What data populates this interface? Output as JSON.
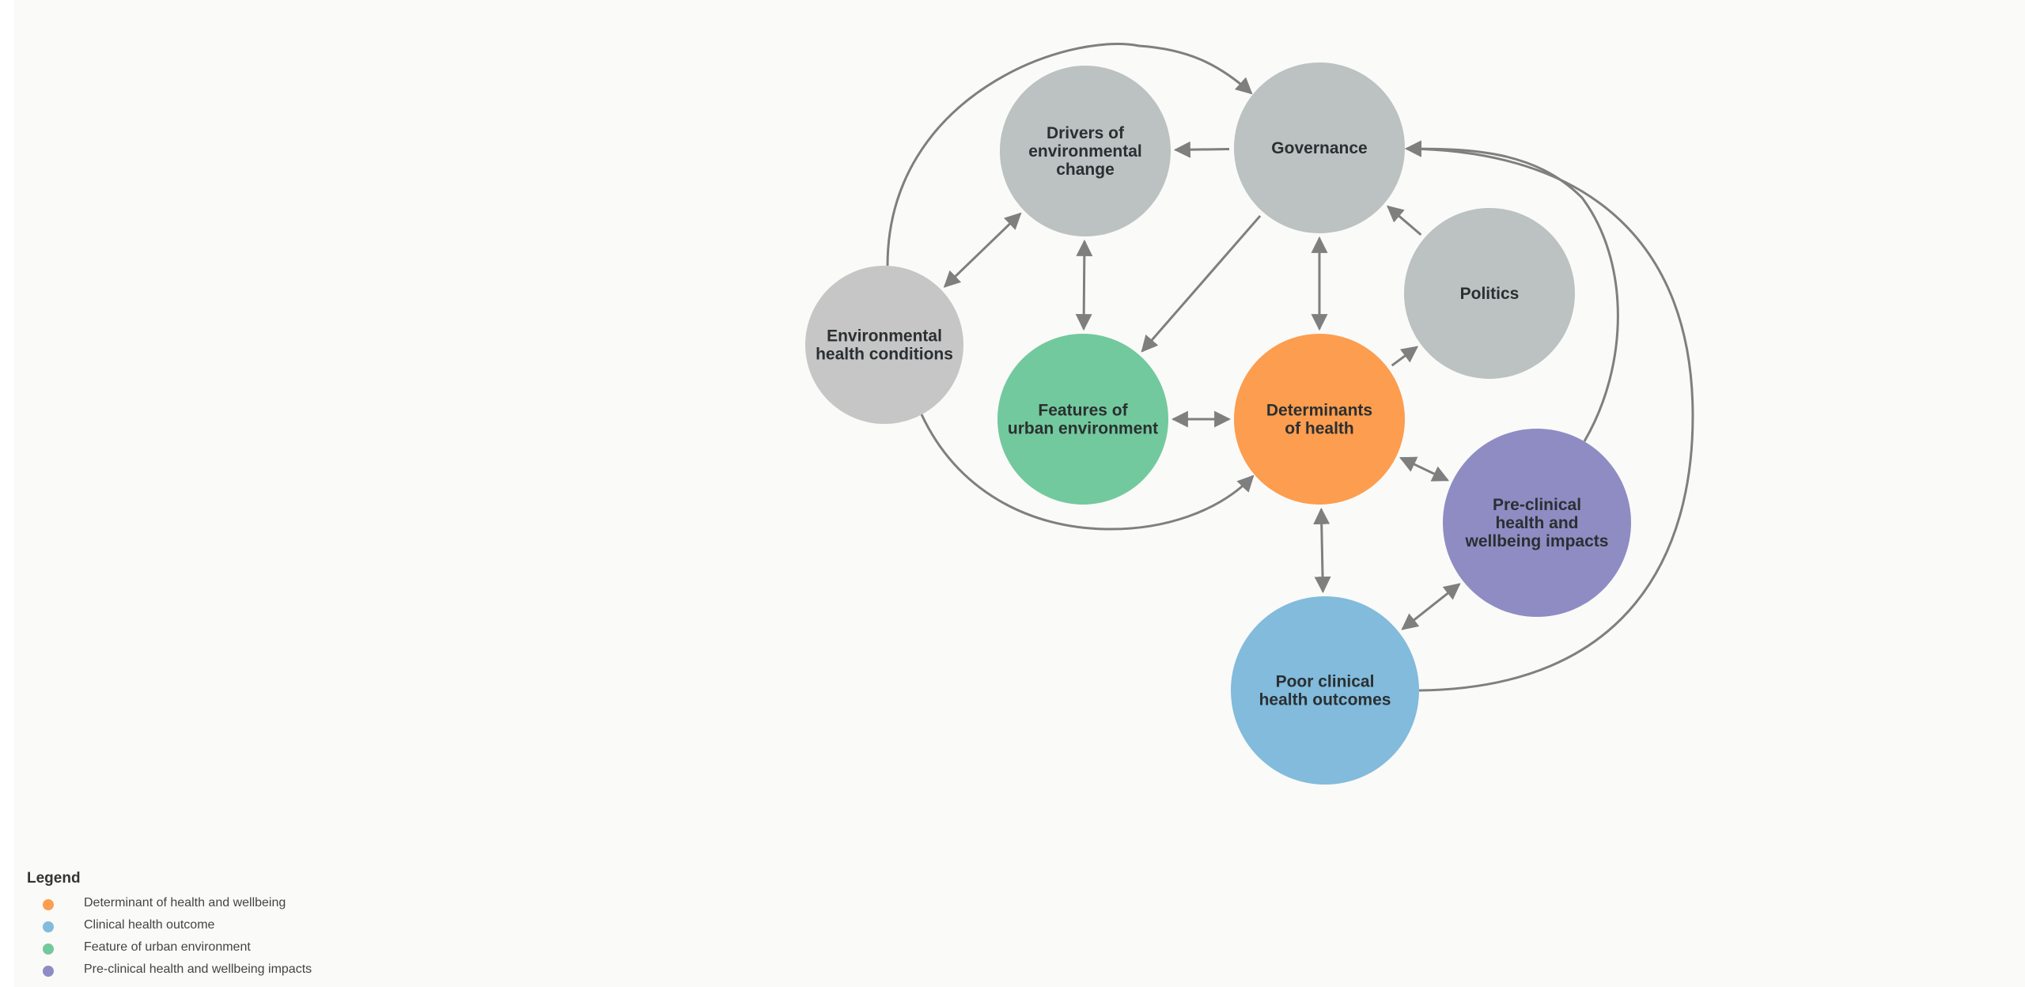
{
  "colors": {
    "background": "#fafaf8",
    "edge": "#7f7f7f",
    "node_gray": "#bbc2c1",
    "node_light_gray": "#c6c6c6",
    "node_green": "#72c99d",
    "node_orange": "#fc9d4f",
    "node_purple": "#8f8cc4",
    "node_blue": "#82bbdc"
  },
  "diagram": {
    "nodes": [
      {
        "id": "drivers",
        "lines": [
          "Drivers of",
          "environmental",
          "change"
        ],
        "color": "node_gray"
      },
      {
        "id": "governance",
        "lines": [
          "Governance"
        ],
        "color": "node_gray"
      },
      {
        "id": "politics",
        "lines": [
          "Politics"
        ],
        "color": "node_gray"
      },
      {
        "id": "environmental",
        "lines": [
          "Environmental",
          "health conditions"
        ],
        "color": "node_light_gray"
      },
      {
        "id": "features",
        "lines": [
          "Features of",
          "urban environment"
        ],
        "color": "node_green"
      },
      {
        "id": "determinants",
        "lines": [
          "Determinants",
          "of health"
        ],
        "color": "node_orange"
      },
      {
        "id": "preclinical",
        "lines": [
          "Pre-clinical",
          "health and",
          "wellbeing impacts"
        ],
        "color": "node_purple"
      },
      {
        "id": "poor",
        "lines": [
          "Poor clinical",
          "health outcomes"
        ],
        "color": "node_blue"
      }
    ],
    "edges": [
      {
        "from": "governance",
        "to": "drivers",
        "direction": "forward"
      },
      {
        "from": "politics",
        "to": "governance",
        "direction": "forward"
      },
      {
        "from": "governance",
        "to": "determinants",
        "direction": "both"
      },
      {
        "from": "governance",
        "to": "features",
        "direction": "forward"
      },
      {
        "from": "drivers",
        "to": "features",
        "direction": "both"
      },
      {
        "from": "drivers",
        "to": "environmental",
        "direction": "both"
      },
      {
        "from": "features",
        "to": "determinants",
        "direction": "both"
      },
      {
        "from": "determinants",
        "to": "politics",
        "direction": "forward"
      },
      {
        "from": "determinants",
        "to": "preclinical",
        "direction": "both"
      },
      {
        "from": "determinants",
        "to": "poor",
        "direction": "both"
      },
      {
        "from": "preclinical",
        "to": "poor",
        "direction": "both"
      },
      {
        "from": "environmental",
        "to": "governance",
        "direction": "forward",
        "curved": true
      },
      {
        "from": "environmental",
        "to": "determinants",
        "direction": "forward",
        "curved": true
      },
      {
        "from": "preclinical",
        "to": "governance",
        "direction": "forward",
        "curved": true
      },
      {
        "from": "poor",
        "to": "governance",
        "direction": "forward",
        "curved": true
      }
    ]
  },
  "legend": {
    "title": "Legend",
    "items": [
      {
        "label": "Determinant of health and wellbeing",
        "color": "#fc9d4f"
      },
      {
        "label": "Clinical health outcome",
        "color": "#82bbdc"
      },
      {
        "label": "Feature of urban environment",
        "color": "#72c99d"
      },
      {
        "label": "Pre-clinical health and wellbeing impacts",
        "color": "#8f8cc4"
      }
    ]
  }
}
